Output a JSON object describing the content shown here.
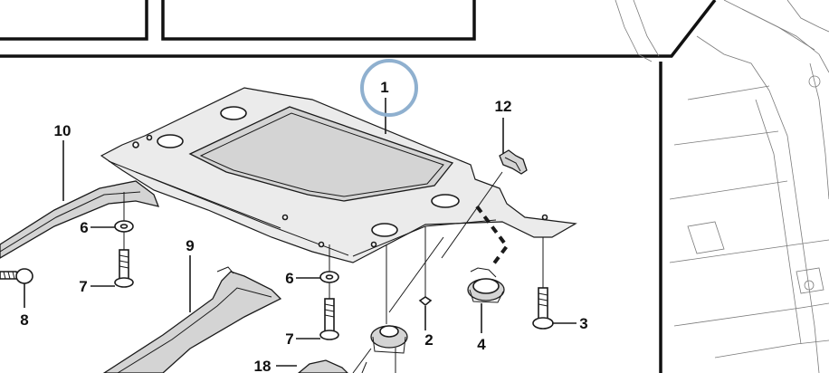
{
  "callouts": {
    "c1": "1",
    "c2": "2",
    "c3": "3",
    "c4": "4",
    "c6a": "6",
    "c6b": "6",
    "c7a": "7",
    "c7b": "7",
    "c8": "8",
    "c9": "9",
    "c10": "10",
    "c12": "12",
    "c18": "18"
  },
  "colors": {
    "highlight_ring": "#8fb0cf",
    "line": "#1a1a1a",
    "panel_fill": "#d4d4d4"
  }
}
